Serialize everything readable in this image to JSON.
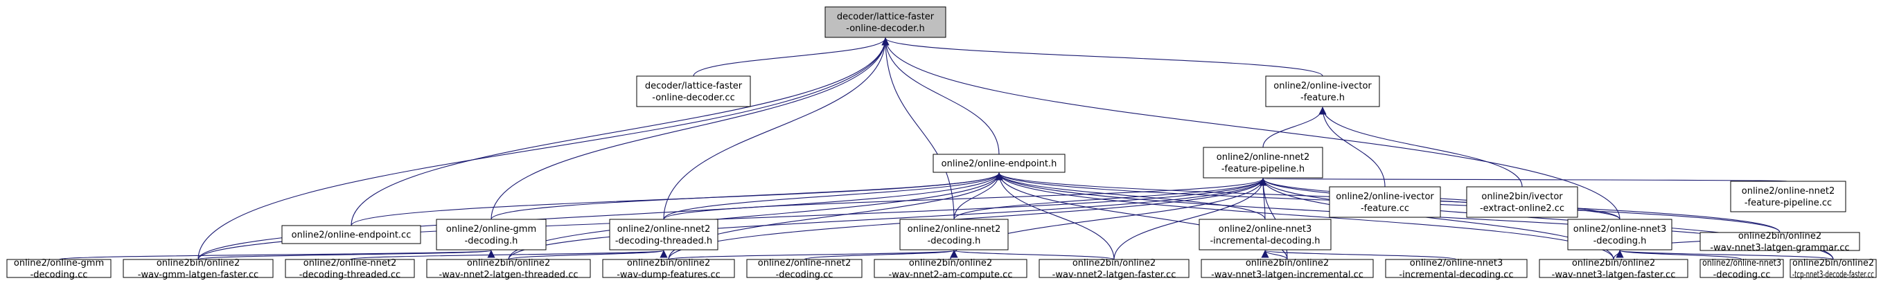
{
  "diagram": {
    "edge_color": "#191970",
    "root_fill": "#bfbfbf",
    "nodes": [
      {
        "id": "root",
        "lines": [
          "decoder/lattice-faster",
          "-online-decoder.h"
        ],
        "root": true
      },
      {
        "id": "lfod_cc",
        "lines": [
          "decoder/lattice-faster",
          "-online-decoder.cc"
        ]
      },
      {
        "id": "ivector_h",
        "lines": [
          "online2/online-ivector",
          "-feature.h"
        ]
      },
      {
        "id": "endpoint_h",
        "lines": [
          "online2/online-endpoint.h"
        ]
      },
      {
        "id": "feat_pipe_h",
        "lines": [
          "online2/online-nnet2",
          "-feature-pipeline.h"
        ]
      },
      {
        "id": "ivector_cc",
        "lines": [
          "online2/online-ivector",
          "-feature.cc"
        ]
      },
      {
        "id": "ivector_extract_cc",
        "lines": [
          "online2bin/ivector",
          "-extract-online2.cc"
        ]
      },
      {
        "id": "endpoint_cc",
        "lines": [
          "online2/online-endpoint.cc"
        ]
      },
      {
        "id": "gmm_h",
        "lines": [
          "online2/online-gmm",
          "-decoding.h"
        ]
      },
      {
        "id": "nnet2_thr_h",
        "lines": [
          "online2/online-nnet2",
          "-decoding-threaded.h"
        ]
      },
      {
        "id": "nnet2_dec_h",
        "lines": [
          "online2/online-nnet2",
          "-decoding.h"
        ]
      },
      {
        "id": "nnet3_inc_h",
        "lines": [
          "online2/online-nnet3",
          "-incremental-decoding.h"
        ]
      },
      {
        "id": "nnet3_dec_h",
        "lines": [
          "online2/online-nnet3",
          "-decoding.h"
        ]
      },
      {
        "id": "feat_pipe_cc",
        "lines": [
          "online2/online-nnet2",
          "-feature-pipeline.cc"
        ]
      },
      {
        "id": "gmm_cc",
        "lines": [
          "online2/online-gmm",
          "-decoding.cc"
        ]
      },
      {
        "id": "wav_gmm",
        "lines": [
          "online2bin/online2",
          "-wav-gmm-latgen-faster.cc"
        ]
      },
      {
        "id": "nnet2_thr_cc",
        "lines": [
          "online2/online-nnet2",
          "-decoding-threaded.cc"
        ]
      },
      {
        "id": "wav_nnet2_thr",
        "lines": [
          "online2bin/online2",
          "-wav-nnet2-latgen-threaded.cc"
        ]
      },
      {
        "id": "wav_dump",
        "lines": [
          "online2bin/online2",
          "-wav-dump-features.cc"
        ]
      },
      {
        "id": "nnet2_dec_cc",
        "lines": [
          "online2/online-nnet2",
          "-decoding.cc"
        ]
      },
      {
        "id": "wav_am",
        "lines": [
          "online2bin/online2",
          "-wav-nnet2-am-compute.cc"
        ]
      },
      {
        "id": "wav_nnet2_fast",
        "lines": [
          "online2bin/online2",
          "-wav-nnet2-latgen-faster.cc"
        ]
      },
      {
        "id": "wav_nnet3_inc",
        "lines": [
          "online2bin/online2",
          "-wav-nnet3-latgen-incremental.cc"
        ]
      },
      {
        "id": "nnet3_inc_cc",
        "lines": [
          "online2/online-nnet3",
          "-incremental-decoding.cc"
        ]
      },
      {
        "id": "wav_nnet3_fast",
        "lines": [
          "online2bin/online2",
          "-wav-nnet3-latgen-faster.cc"
        ]
      },
      {
        "id": "wav_nnet3_gram",
        "lines": [
          "online2bin/online2",
          "-wav-nnet3-latgen-grammar.cc"
        ]
      },
      {
        "id": "nnet3_dec_cc",
        "lines": [
          "online2/online-nnet3",
          "-decoding.cc"
        ]
      },
      {
        "id": "tcp",
        "lines": [
          "online2bin/online2",
          "-tcp-nnet3-decode-faster.cc"
        ]
      }
    ],
    "edges": [
      [
        "lfod_cc",
        "root"
      ],
      [
        "ivector_h",
        "root"
      ],
      [
        "endpoint_h",
        "root"
      ],
      [
        "endpoint_cc",
        "root"
      ],
      [
        "gmm_h",
        "root"
      ],
      [
        "nnet2_thr_h",
        "root"
      ],
      [
        "nnet2_dec_h",
        "root"
      ],
      [
        "nnet3_dec_h",
        "root"
      ],
      [
        "wav_gmm",
        "root"
      ],
      [
        "feat_pipe_h",
        "ivector_h"
      ],
      [
        "ivector_cc",
        "ivector_h"
      ],
      [
        "ivector_extract_cc",
        "ivector_h"
      ],
      [
        "endpoint_cc",
        "endpoint_h"
      ],
      [
        "gmm_h",
        "endpoint_h"
      ],
      [
        "nnet2_thr_h",
        "endpoint_h"
      ],
      [
        "nnet2_dec_h",
        "endpoint_h"
      ],
      [
        "nnet3_inc_h",
        "endpoint_h"
      ],
      [
        "nnet3_dec_h",
        "endpoint_h"
      ],
      [
        "wav_gmm",
        "endpoint_h"
      ],
      [
        "wav_nnet2_thr",
        "endpoint_h"
      ],
      [
        "wav_dump",
        "endpoint_h"
      ],
      [
        "wav_nnet2_fast",
        "endpoint_h"
      ],
      [
        "wav_nnet3_inc",
        "endpoint_h"
      ],
      [
        "wav_nnet3_fast",
        "endpoint_h"
      ],
      [
        "wav_nnet3_gram",
        "endpoint_h"
      ],
      [
        "tcp",
        "endpoint_h"
      ],
      [
        "nnet2_thr_h",
        "feat_pipe_h"
      ],
      [
        "nnet2_dec_h",
        "feat_pipe_h"
      ],
      [
        "nnet3_inc_h",
        "feat_pipe_h"
      ],
      [
        "nnet3_dec_h",
        "feat_pipe_h"
      ],
      [
        "feat_pipe_cc",
        "feat_pipe_h"
      ],
      [
        "wav_gmm",
        "feat_pipe_h"
      ],
      [
        "wav_nnet2_thr",
        "feat_pipe_h"
      ],
      [
        "wav_dump",
        "feat_pipe_h"
      ],
      [
        "wav_am",
        "feat_pipe_h"
      ],
      [
        "wav_nnet2_fast",
        "feat_pipe_h"
      ],
      [
        "wav_nnet3_inc",
        "feat_pipe_h"
      ],
      [
        "wav_nnet3_fast",
        "feat_pipe_h"
      ],
      [
        "wav_nnet3_gram",
        "feat_pipe_h"
      ],
      [
        "tcp",
        "feat_pipe_h"
      ],
      [
        "gmm_cc",
        "gmm_h"
      ],
      [
        "wav_gmm",
        "gmm_h"
      ],
      [
        "nnet2_thr_cc",
        "nnet2_thr_h"
      ],
      [
        "wav_nnet2_thr",
        "nnet2_thr_h"
      ],
      [
        "nnet2_dec_cc",
        "nnet2_dec_h"
      ],
      [
        "wav_am",
        "nnet2_dec_h"
      ],
      [
        "wav_nnet2_fast",
        "nnet2_dec_h"
      ],
      [
        "wav_dump",
        "nnet2_dec_h"
      ],
      [
        "nnet3_inc_cc",
        "nnet3_inc_h"
      ],
      [
        "wav_nnet3_inc",
        "nnet3_inc_h"
      ],
      [
        "nnet3_dec_cc",
        "nnet3_dec_h"
      ],
      [
        "wav_nnet3_fast",
        "nnet3_dec_h"
      ],
      [
        "wav_nnet3_gram",
        "nnet3_dec_h"
      ],
      [
        "tcp",
        "nnet3_dec_h"
      ]
    ]
  }
}
